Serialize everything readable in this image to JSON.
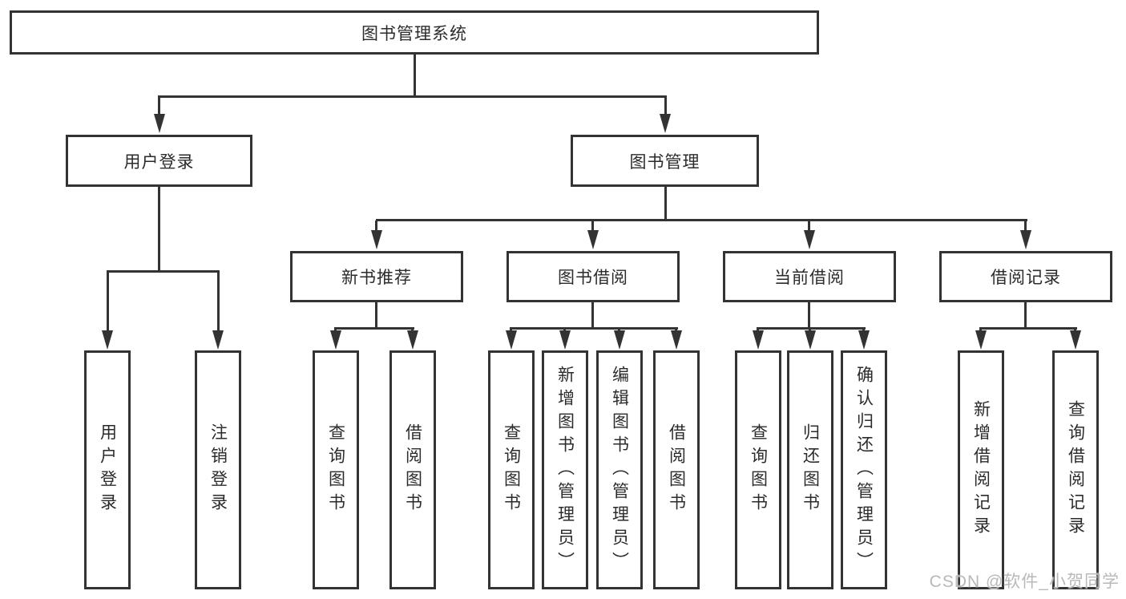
{
  "diagram": {
    "root": {
      "label": "图书管理系统"
    },
    "branches": [
      {
        "label": "用户登录",
        "leaves": [
          "用户登录",
          "注销登录"
        ]
      },
      {
        "label": "图书管理",
        "children": [
          {
            "label": "新书推荐",
            "leaves": [
              "查询图书",
              "借阅图书"
            ]
          },
          {
            "label": "图书借阅",
            "leaves": [
              "查询图书",
              "新增图书（管理员）",
              "编辑图书（管理员）",
              "借阅图书"
            ]
          },
          {
            "label": "当前借阅",
            "leaves": [
              "查询图书",
              "归还图书",
              "确认归还（管理员）"
            ]
          },
          {
            "label": "借阅记录",
            "leaves": [
              "新增借阅记录",
              "查询借阅记录"
            ]
          }
        ]
      }
    ],
    "watermark": "CSDN @软件_小贺同学"
  },
  "colors": {
    "line": "#333333",
    "text": "#2b2b2b",
    "background": "#ffffff",
    "watermark": "#b9b9b9"
  }
}
